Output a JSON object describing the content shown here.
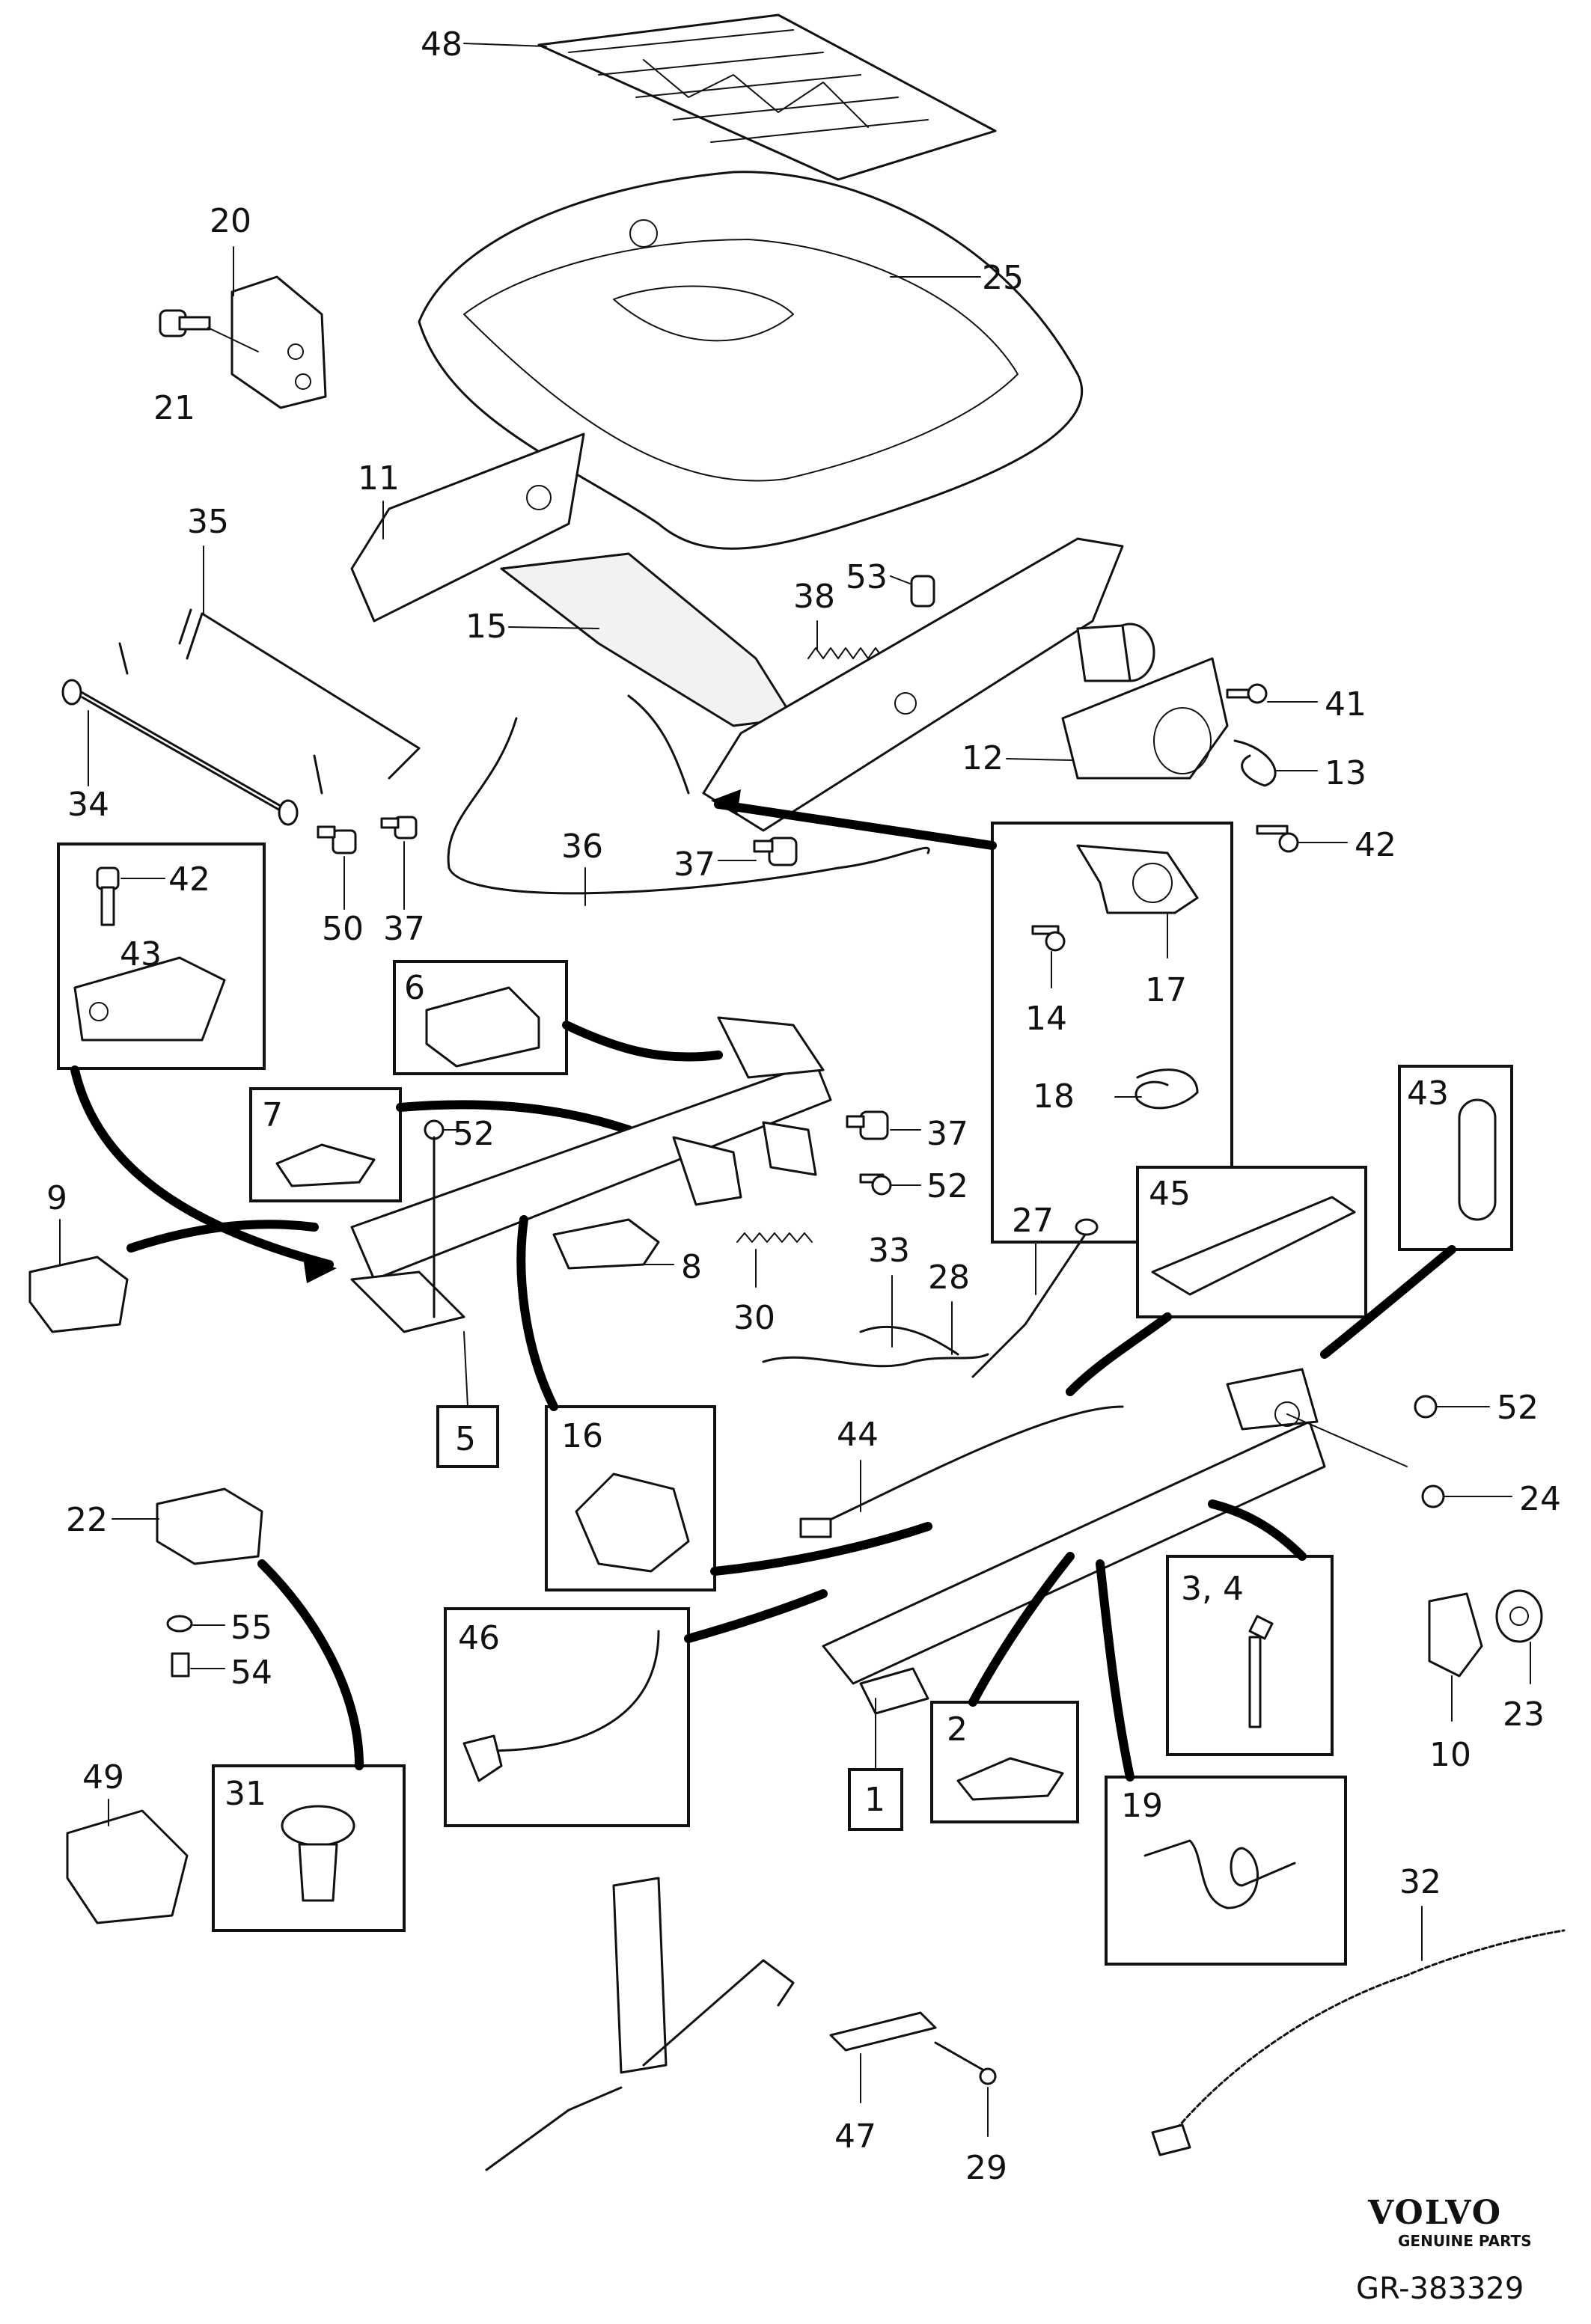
{
  "callouts": {
    "c48": "48",
    "c20": "20",
    "c21": "21",
    "c25": "25",
    "c11": "11",
    "c35": "35",
    "c53": "53",
    "c38": "38",
    "c15": "15",
    "c41": "41",
    "c12": "12",
    "c13": "13",
    "c34": "34",
    "c42a": "42",
    "c50": "50",
    "c37a": "37",
    "c36": "36",
    "c37b": "37",
    "c42b": "42",
    "c43a": "43",
    "c17": "17",
    "c14": "14",
    "c18": "18",
    "c6": "6",
    "c7": "7",
    "c52a": "52",
    "c37c": "37",
    "c52b": "52",
    "c9": "9",
    "c8": "8",
    "c30": "30",
    "c33": "33",
    "c28": "28",
    "c27": "27",
    "c45": "45",
    "c43b": "43",
    "c5": "5",
    "c16": "16",
    "c44": "44",
    "c52c": "52",
    "c24": "24",
    "c22": "22",
    "c55": "55",
    "c54": "54",
    "c34b": "3, 4",
    "c46": "46",
    "c2": "2",
    "c1": "1",
    "c10": "10",
    "c23": "23",
    "c31": "31",
    "c49": "49",
    "c19": "19",
    "c32": "32",
    "c47": "47",
    "c29": "29"
  },
  "brand": {
    "name": "VOLVO",
    "tagline": "GENUINE PARTS",
    "reference": "GR-383329"
  }
}
